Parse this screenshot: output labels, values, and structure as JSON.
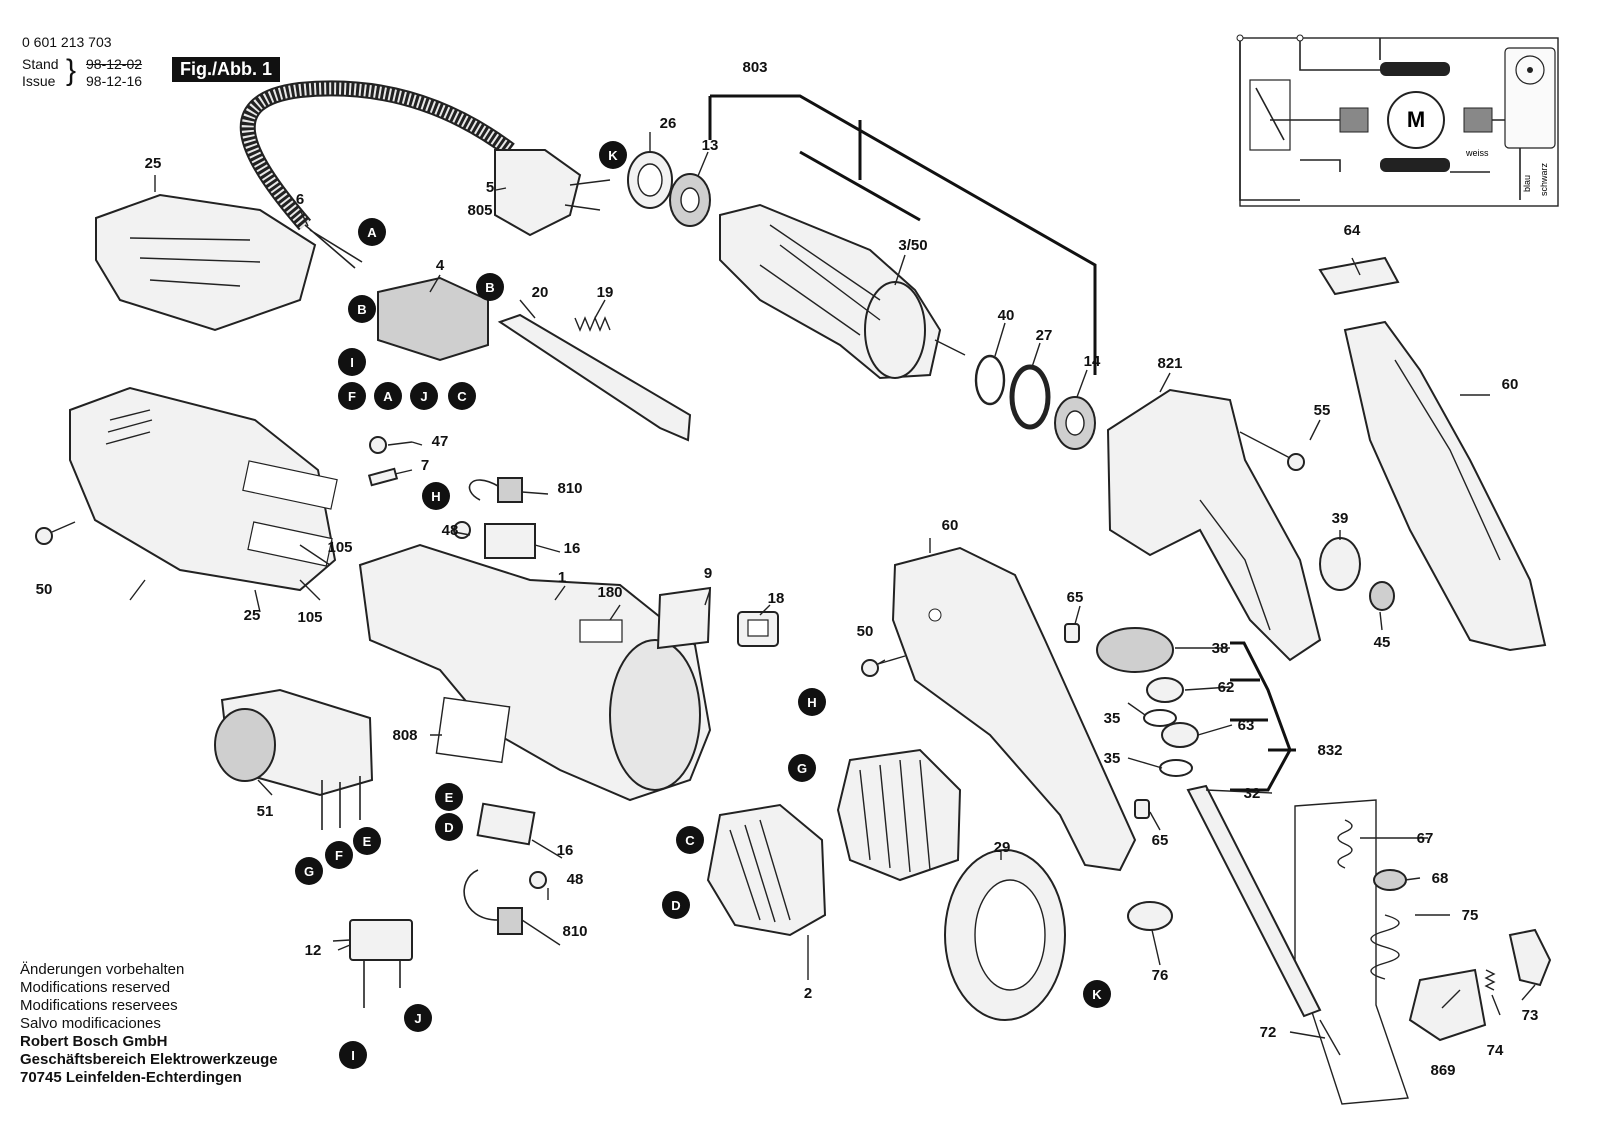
{
  "header": {
    "part_number": "0 601 213 703",
    "stand_label": "Stand",
    "stand_date": "98-12-02",
    "issue_label": "Issue",
    "issue_date": "98-12-16",
    "figure_label": "Fig./Abb. 1"
  },
  "footer": {
    "lines": [
      "Änderungen vorbehalten",
      "Modifications reserved",
      "Modifications reservees",
      "Salvo modificaciones"
    ],
    "company": "Robert Bosch GmbH",
    "division": "Geschäftsbereich Elektrowerkzeuge",
    "address": "70745 Leinfelden-Echterdingen"
  },
  "wiring": {
    "motor_label": "M",
    "wire_white": "weiss",
    "wire_blue": "blau",
    "wire_black": "schwarz"
  },
  "part_numbers": {
    "p1": "1",
    "p2": "2",
    "p4": "4",
    "p5": "5",
    "p6": "6",
    "p7": "7",
    "p9": "9",
    "p12": "12",
    "p13": "13",
    "p14": "14",
    "p16a": "16",
    "p16b": "16",
    "p18": "18",
    "p19": "19",
    "p20": "20",
    "p25a": "25",
    "p25b": "25",
    "p26": "26",
    "p27": "27",
    "p29": "29",
    "p32": "32",
    "p35a": "35",
    "p35b": "35",
    "p38": "38",
    "p39": "39",
    "p40": "40",
    "p45": "45",
    "p47": "47",
    "p48a": "48",
    "p48b": "48",
    "p50a": "50",
    "p50b": "50",
    "p51": "51",
    "p55": "55",
    "p60a": "60",
    "p60b": "60",
    "p62": "62",
    "p63": "63",
    "p64": "64",
    "p65a": "65",
    "p65b": "65",
    "p67": "67",
    "p68": "68",
    "p72": "72",
    "p73": "73",
    "p74": "74",
    "p75": "75",
    "p76": "76",
    "p105a": "105",
    "p105b": "105",
    "p180": "180",
    "p803": "803",
    "p805": "805",
    "p808": "808",
    "p810a": "810",
    "p810b": "810",
    "p821": "821",
    "p832": "832",
    "p869": "869",
    "p3_50": "3/50"
  },
  "connection_letters": {
    "K1": "K",
    "A1": "A",
    "B1": "B",
    "B2": "B",
    "I1": "I",
    "F1": "F",
    "A2": "A",
    "J1": "J",
    "C1": "C",
    "H1": "H",
    "H2": "H",
    "G1": "G",
    "G2": "G",
    "F2": "F",
    "E1": "E",
    "E2": "E",
    "D1": "D",
    "C2": "C",
    "D2": "D",
    "K2": "K",
    "J2": "J",
    "I2": "I"
  }
}
